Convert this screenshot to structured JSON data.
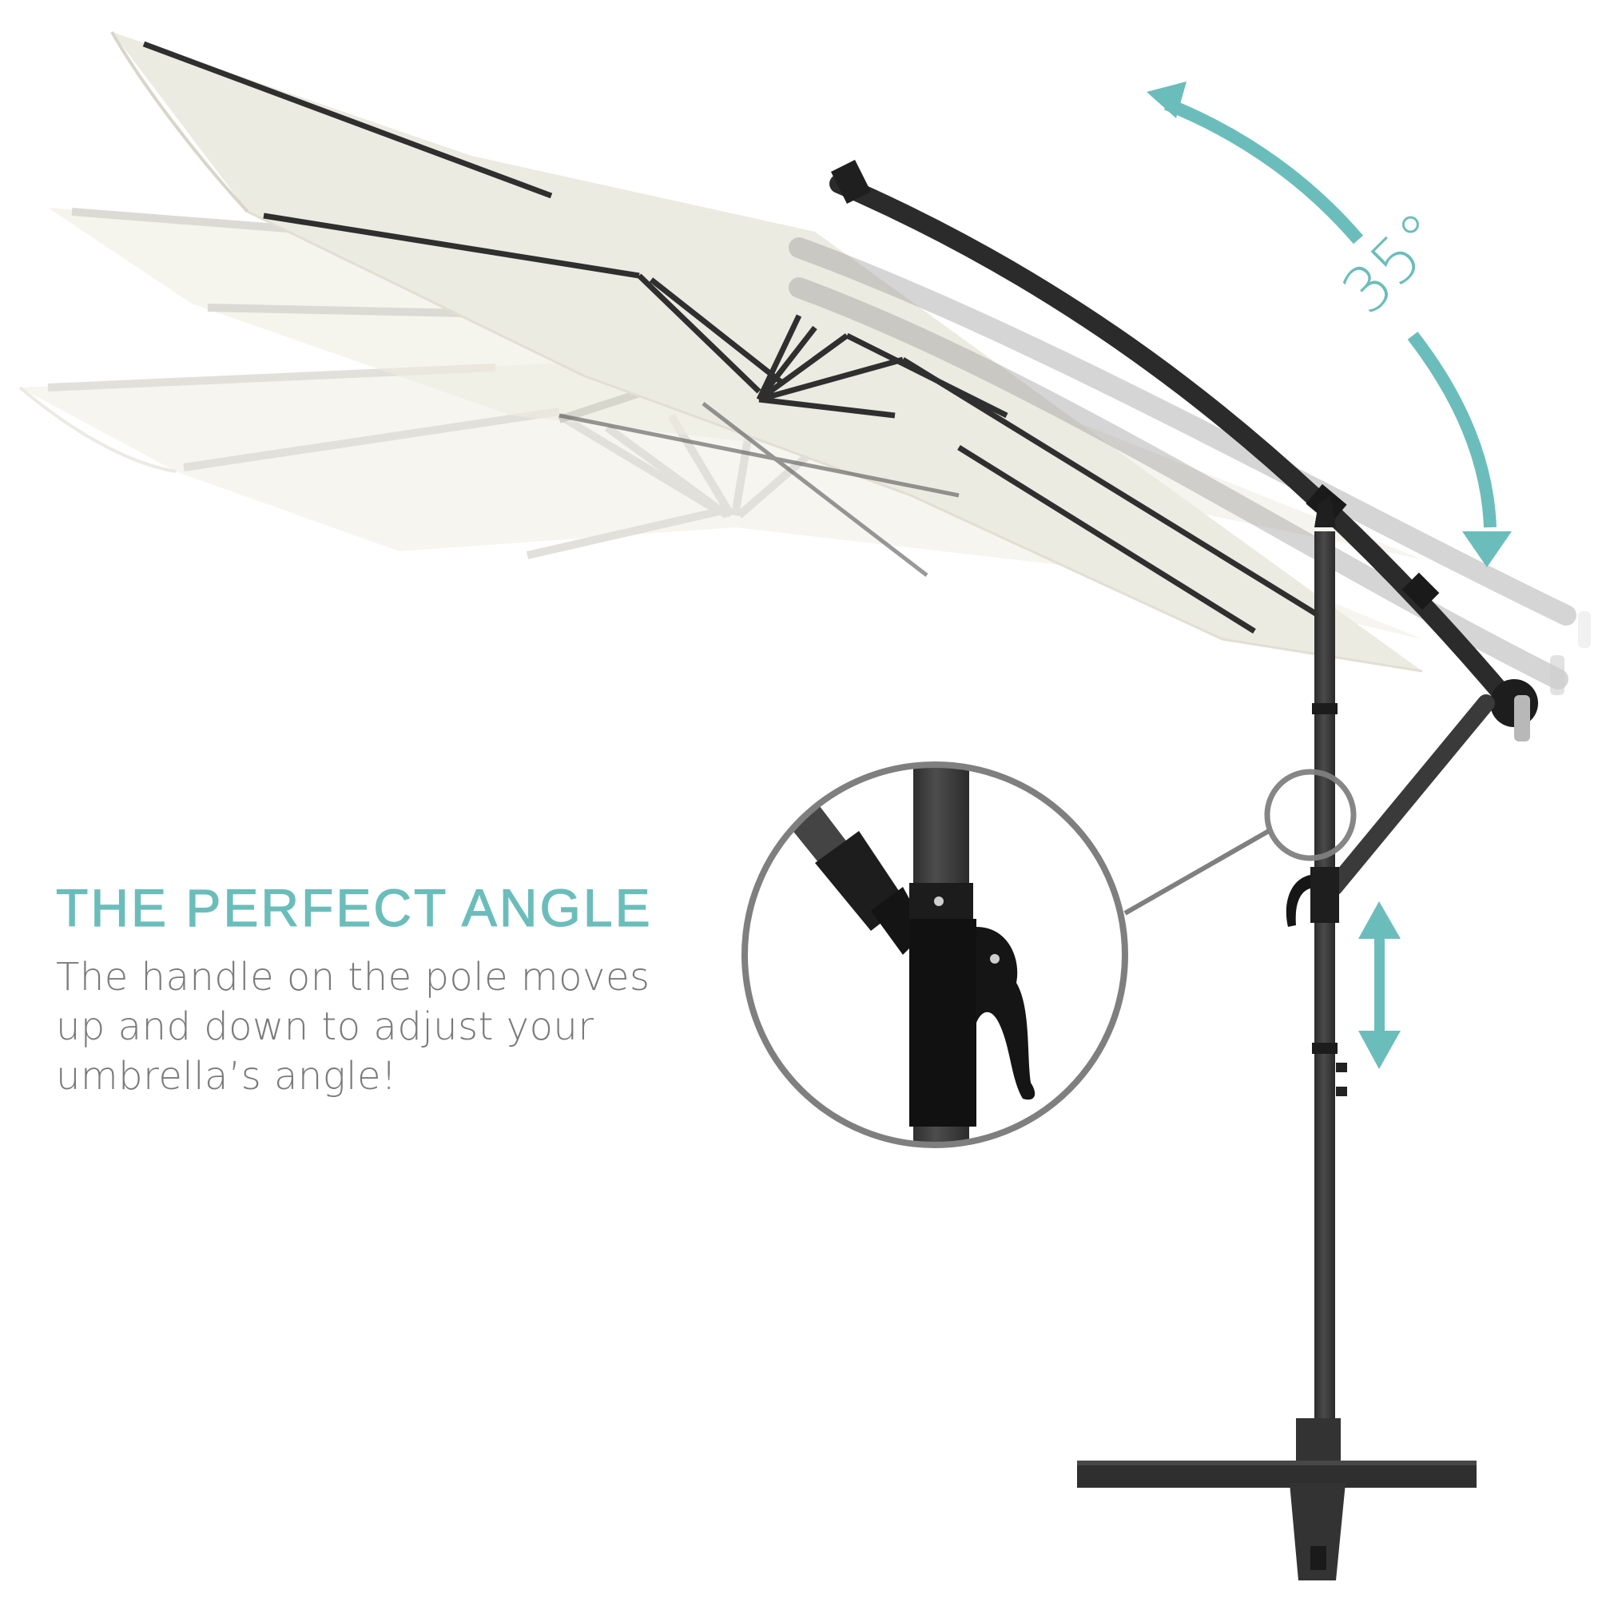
{
  "headline": "THE PERFECT ANGLE",
  "body_lines": [
    "The handle on the pole moves",
    "up and down to adjust your",
    "umbrella’s angle!"
  ],
  "tilt_indicator": {
    "angle_label": "35°",
    "icon": "curved-double-arrow-icon"
  },
  "height_indicator": {
    "icon": "vertical-double-arrow-icon"
  },
  "detail_callout": {
    "icon": "magnifier-circle-callout",
    "subject": "crank-handle-detail"
  },
  "colors": {
    "accent": "#6bbdbb",
    "body_text": "#7a7a7a",
    "canopy": "#f3f1e6",
    "frame": "#3a3a3a",
    "callout_ring": "#7f7f7f"
  }
}
